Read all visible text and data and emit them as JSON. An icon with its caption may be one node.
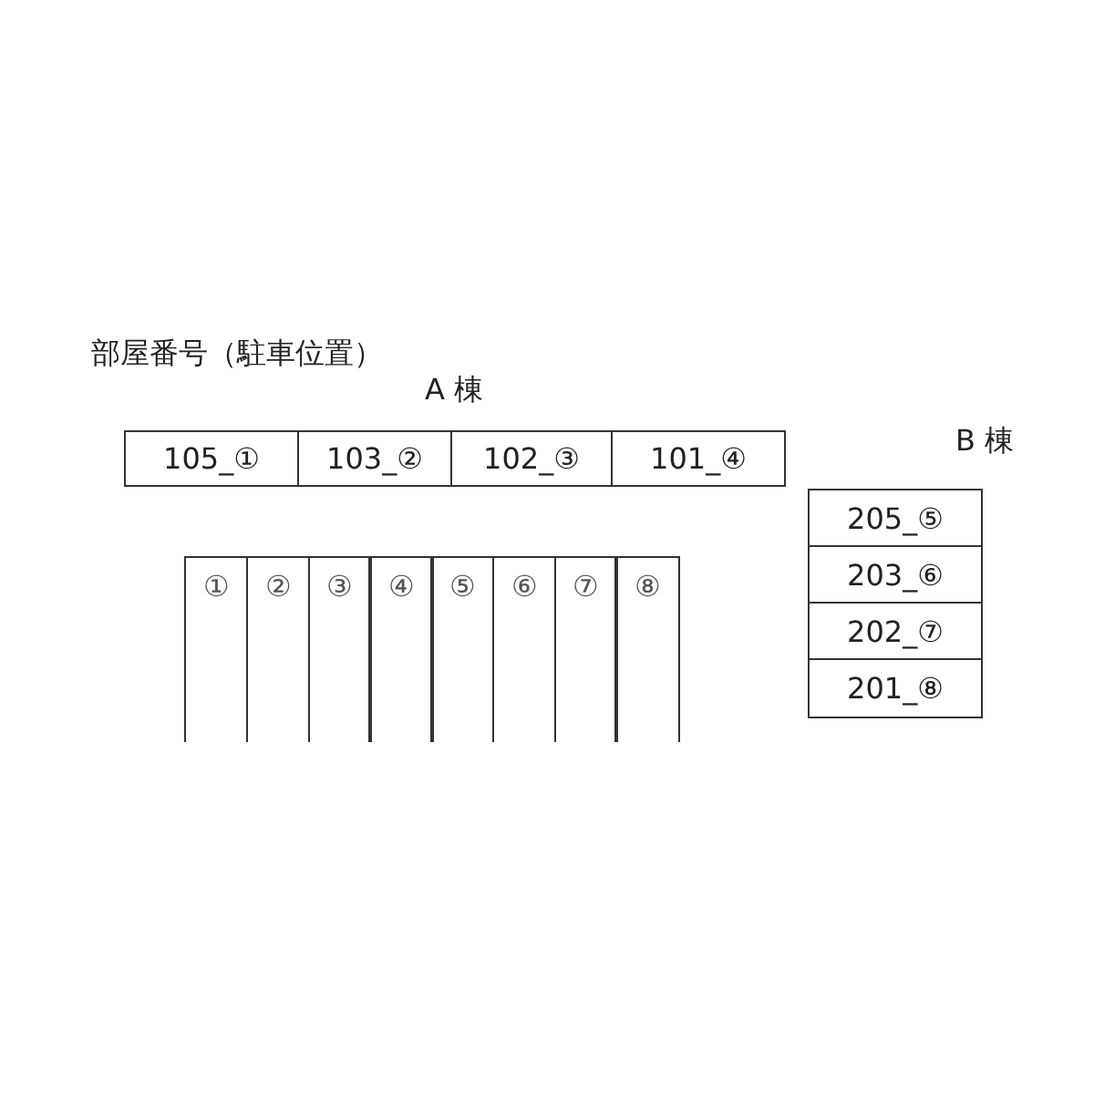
{
  "diagram": {
    "title": "部屋番号（駐車位置）",
    "nodes": [
      {
        "text": [
          "105_①"
        ]
      },
      {
        "text": [
          "103_②"
        ]
      },
      {
        "text": [
          "102_③"
        ]
      },
      {
        "text": [
          "101_④"
        ]
      },
      {
        "text": [
          "205_⑤"
        ]
      },
      {
        "text": [
          "203_⑥"
        ]
      },
      {
        "text": [
          "202_⑦"
        ]
      },
      {
        "text": [
          "201_⑧"
        ]
      },
      {
        "text": [
          "①"
        ]
      },
      {
        "text": [
          "②"
        ]
      },
      {
        "text": [
          "③"
        ]
      },
      {
        "text": [
          "④"
        ]
      },
      {
        "text": [
          "⑤"
        ]
      },
      {
        "text": [
          "⑥"
        ]
      },
      {
        "text": [
          "⑦"
        ]
      },
      {
        "text": [
          "⑧"
        ]
      }
    ],
    "edges": [],
    "labels": [
      "A 棟",
      "B 棟"
    ]
  }
}
